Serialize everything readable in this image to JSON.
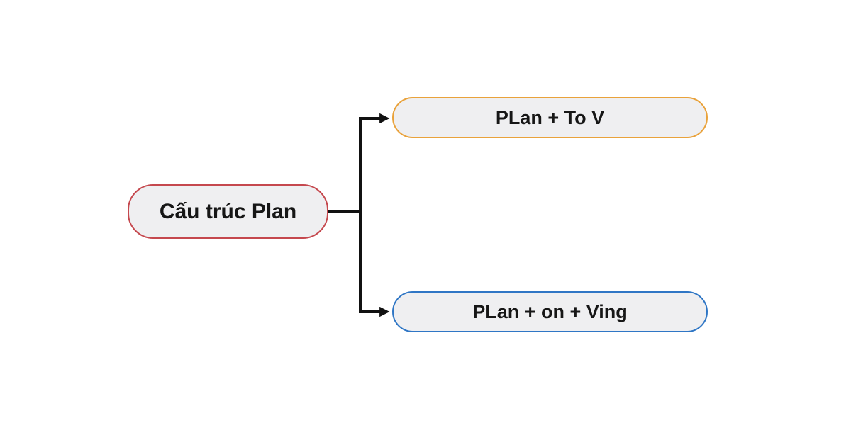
{
  "canvas": {
    "background_color": "#ffffff"
  },
  "diagram": {
    "root": {
      "label": "Cấu trúc Plan",
      "border_color": "#c5484e",
      "fill_color": "#efeff1",
      "text_color": "#161616"
    },
    "children": [
      {
        "label": "PLan + To V",
        "border_color": "#e9a23b",
        "fill_color": "#efeff1",
        "text_color": "#161616"
      },
      {
        "label": "PLan + on + Ving",
        "border_color": "#2f76c5",
        "fill_color": "#efeff1",
        "text_color": "#161616"
      }
    ],
    "connector_color": "#111111"
  }
}
